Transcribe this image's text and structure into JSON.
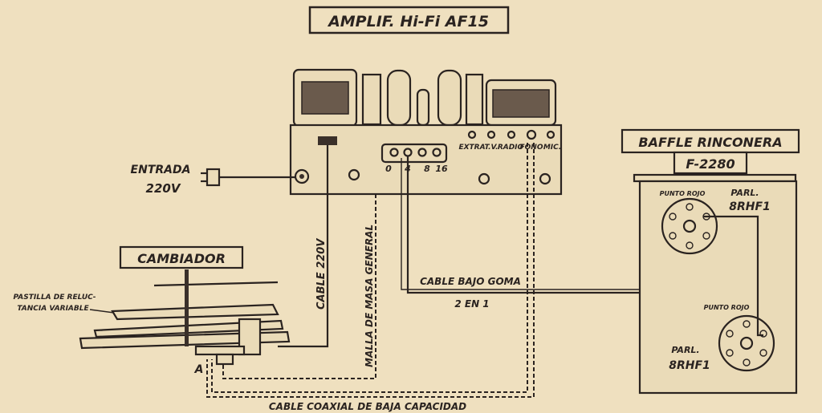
{
  "title": "AMPLIF. Hi-Fi AF15",
  "amplifier": {
    "inputs": [
      "EXTRA",
      "T.V.",
      "RADIO",
      "FONO",
      "MIC."
    ],
    "speaker_taps": [
      "0",
      "4",
      "8",
      "16"
    ]
  },
  "power": {
    "entrada_line1": "ENTRADA",
    "entrada_line2": "220V",
    "cable_220v": "CABLE 220V"
  },
  "changer": {
    "title": "CAMBIADOR",
    "pickup_line1": "PASTILLA DE RELUC-",
    "pickup_line2": "TANCIA VARIABLE",
    "point_a": "A"
  },
  "cables": {
    "malla": "MALLA DE MASA GENERAL",
    "bajo_goma": "CABLE BAJO GOMA",
    "dos_en_uno": "2 EN 1",
    "coaxial": "CABLE COAXIAL DE BAJA CAPACIDAD"
  },
  "baffle": {
    "title_line1": "BAFFLE RINCONERA",
    "title_line2": "F-2280",
    "speaker1": {
      "punto": "PUNTO ROJO",
      "parl": "PARL.",
      "model": "8RHF1"
    },
    "speaker2": {
      "punto": "PUNTO ROJO",
      "parl": "PARL.",
      "model": "8RHF1"
    }
  }
}
